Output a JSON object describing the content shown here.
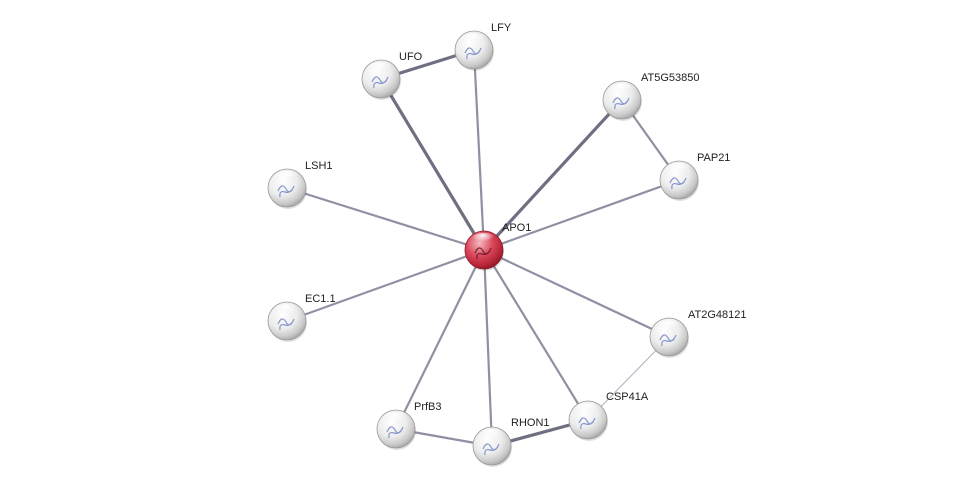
{
  "colors": {
    "edge": "#8f91a3",
    "edge_strong": "#6e7082",
    "edge_light": "#b7b9c6",
    "node_default": "#e2e2e2",
    "node_query": "#d23a4c",
    "label": "#222222"
  },
  "network": {
    "nodes": [
      {
        "id": "APO1",
        "label": "APO1",
        "query": true
      },
      {
        "id": "LFY",
        "label": "LFY"
      },
      {
        "id": "UFO",
        "label": "UFO"
      },
      {
        "id": "AT5G53850",
        "label": "AT5G53850"
      },
      {
        "id": "PAP21",
        "label": "PAP21"
      },
      {
        "id": "LSH1",
        "label": "LSH1"
      },
      {
        "id": "EC1.1",
        "label": "EC1.1"
      },
      {
        "id": "AT2G48121",
        "label": "AT2G48121"
      },
      {
        "id": "CSP41A",
        "label": "CSP41A"
      },
      {
        "id": "RHON1",
        "label": "RHON1"
      },
      {
        "id": "PrfB3",
        "label": "PrfB3"
      }
    ],
    "edges": [
      {
        "source": "APO1",
        "target": "LFY",
        "strength": "medium"
      },
      {
        "source": "APO1",
        "target": "UFO",
        "strength": "strong"
      },
      {
        "source": "APO1",
        "target": "AT5G53850",
        "strength": "strong"
      },
      {
        "source": "APO1",
        "target": "PAP21",
        "strength": "medium"
      },
      {
        "source": "APO1",
        "target": "LSH1",
        "strength": "medium"
      },
      {
        "source": "APO1",
        "target": "EC1.1",
        "strength": "medium"
      },
      {
        "source": "APO1",
        "target": "AT2G48121",
        "strength": "medium"
      },
      {
        "source": "APO1",
        "target": "CSP41A",
        "strength": "medium"
      },
      {
        "source": "APO1",
        "target": "RHON1",
        "strength": "medium"
      },
      {
        "source": "APO1",
        "target": "PrfB3",
        "strength": "medium"
      },
      {
        "source": "UFO",
        "target": "LFY",
        "strength": "strong"
      },
      {
        "source": "AT5G53850",
        "target": "PAP21",
        "strength": "medium"
      },
      {
        "source": "AT2G48121",
        "target": "CSP41A",
        "strength": "light"
      },
      {
        "source": "CSP41A",
        "target": "RHON1",
        "strength": "strong"
      },
      {
        "source": "RHON1",
        "target": "PrfB3",
        "strength": "medium"
      }
    ]
  }
}
